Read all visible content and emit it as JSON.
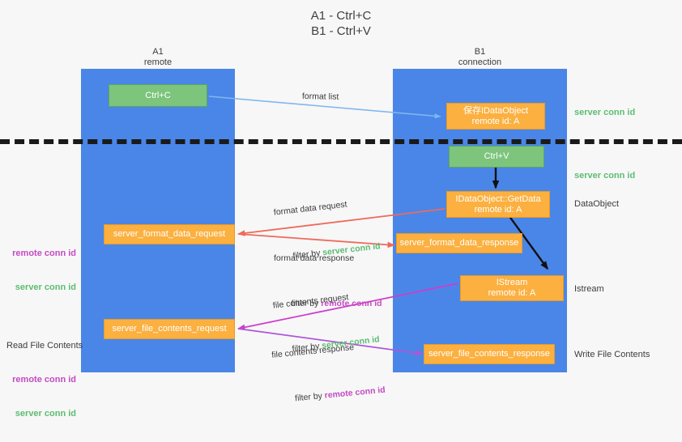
{
  "title": "A1 - Ctrl+C\nB1 - Ctrl+V",
  "lanes": [
    {
      "name": "A1",
      "sub": "remote",
      "header": "A1\nremote"
    },
    {
      "name": "B1",
      "sub": "connection",
      "header": "B1\nconnection"
    }
  ],
  "boxes": {
    "ctrl_c": "Ctrl+C",
    "ctrl_v": "Ctrl+V",
    "save_idataobject": "保存IDataObject\nremote id: A",
    "idataobject_getdata": "IDataObject::GetData\nremote id: A",
    "istream": "IStream\nremote id: A",
    "server_format_data_request": "server_format_data_request",
    "server_format_data_response": "server_format_data_response",
    "server_file_contents_request": "server_file_contents_request",
    "server_file_contents_response": "server_file_contents_response"
  },
  "right_labels": {
    "server_conn_id_1": "server conn id",
    "server_conn_id_2": "server conn id",
    "dataobject": "DataObject",
    "istream": "Istream",
    "write_file_contents": "Write File Contents"
  },
  "left_labels": {
    "remote_conn_id_1": "remote conn id",
    "server_conn_id_1": "server conn id",
    "read_file_contents": "Read File Contents",
    "remote_conn_id_2": "remote conn id",
    "server_conn_id_2": "server conn id"
  },
  "arrows": {
    "format_list": "format list",
    "format_data_request": "format data request",
    "filter_by_1_prefix": "filter by ",
    "filter_by_1_value": "server conn id",
    "format_data_response": "format data response",
    "filter_by_2_prefix": "filter by ",
    "filter_by_2_value": "remote conn id",
    "file_contents_request": "file contents request",
    "filter_by_3_prefix": "filter by ",
    "filter_by_3_value": "server conn id",
    "file_contents_response": "file contents response",
    "filter_by_4_prefix": "filter by ",
    "filter_by_4_value": "remote conn id"
  },
  "colors": {
    "lane": "#4a86e8",
    "green_box": "#7dc47d",
    "orange_box": "#fbb040",
    "green_text": "#5bbd72",
    "purple_text": "#c44ac4",
    "arrow_blue": "#7eb6f0",
    "arrow_red": "#ef6a5a",
    "arrow_magenta": "#cc3ecc",
    "arrow_purple": "#a94bd4",
    "arrow_black": "#1a1a1a",
    "background": "#f7f7f7"
  }
}
